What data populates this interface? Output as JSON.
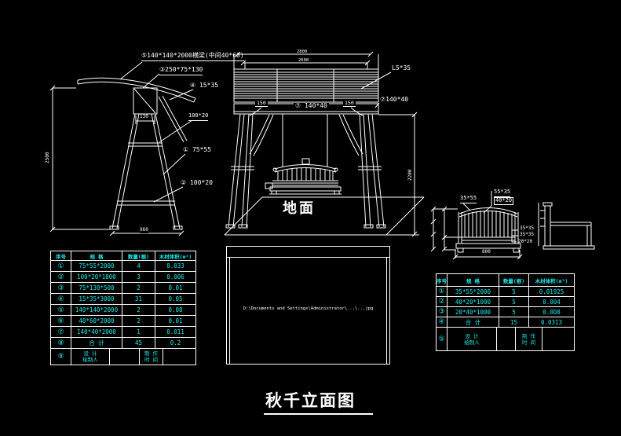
{
  "title": "秋千立面图",
  "colors": {
    "background": "#000000",
    "linework": "#ffffff",
    "table_text": "#1fe9e9"
  },
  "drawing": {
    "side": {
      "note5": "⑤140*140*2000横梁(中间40*60)",
      "note3": "③250*75*130",
      "note4": "④ 15*35",
      "rail_top": "100*20",
      "note1": "① 75*55",
      "note2": "② 100*20",
      "dim130": "130",
      "dimH": "2500",
      "dimW": "960"
    },
    "front": {
      "dimA": "2800",
      "dimB": "2600",
      "slat": "L5*35",
      "beam": "⑦ 140*40",
      "beam_end": "⑦140*40",
      "d150l": "150",
      "d150r": "150",
      "ground": "地面",
      "dimH": "2200"
    },
    "seat": {
      "back": "35*55",
      "top1": "55*35",
      "top2": "40*20",
      "rail1": "35*35",
      "rail2": "35*35",
      "foot": "20*20",
      "dimW": "800"
    },
    "preview": {
      "path": "D:\\Documents and Settings\\Administrator\\...\\...jpg"
    }
  },
  "tables": {
    "left": {
      "headers": [
        "序号",
        "规 格",
        "数量(根)",
        "木材体积(m³)"
      ],
      "rows": [
        [
          "①",
          "75*55*2000",
          "4",
          "0.033"
        ],
        [
          "②",
          "100*20*1000",
          "3",
          "0.006"
        ],
        [
          "③",
          "75*130*500",
          "2",
          "0.01"
        ],
        [
          "④",
          "15*35*3000",
          "31",
          "0.05"
        ],
        [
          "⑤",
          "140*140*2000",
          "2",
          "0.08"
        ],
        [
          "⑥",
          "40*60*2000",
          "2",
          "0.01"
        ],
        [
          "⑦",
          "140*40*2000",
          "1",
          "0.011"
        ],
        [
          "⑧",
          "合 计",
          "45",
          "0.2"
        ]
      ],
      "footer": {
        "no": "⑨",
        "design_l1": "设 计",
        "design_l2": "绘制人",
        "make_l1": "制 作",
        "make_l2": "时 间"
      }
    },
    "right": {
      "headers": [
        "序号",
        "规 格",
        "数量(根)",
        "木材体积(m³)"
      ],
      "rows": [
        [
          "①",
          "35*55*2000",
          "5",
          "0.01925"
        ],
        [
          "②",
          "40*20*1000",
          "5",
          "0.004"
        ],
        [
          "③",
          "20*40*1000",
          "5",
          "0.008"
        ],
        [
          "④",
          "合 计",
          "15",
          "0.0313"
        ]
      ],
      "footer": {
        "no": "⑤",
        "design_l1": "设 计",
        "design_l2": "绘制人",
        "make_l1": "制 作",
        "make_l2": "时 间"
      }
    }
  }
}
